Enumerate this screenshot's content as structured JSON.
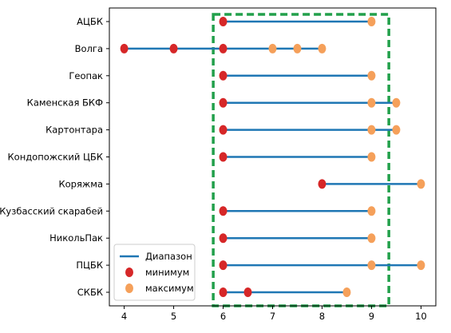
{
  "chart_data": {
    "type": "dumbbell",
    "title": "",
    "xlabel": "",
    "ylabel": "",
    "xlim": [
      3.7,
      10.3
    ],
    "xticks": [
      4,
      5,
      6,
      7,
      8,
      9,
      10
    ],
    "grid": false,
    "legend_position": "lower-left",
    "categories": [
      "АЦБК",
      "Волга",
      "Геопак",
      "Каменская БКФ",
      "Картонтара",
      "Кондопожский ЦБК",
      "Коряжма",
      "Кузбасский скарабей",
      "НикольПак",
      "ПЦБК",
      "СКБК"
    ],
    "series": [
      {
        "name": "Диапазон",
        "kind": "range",
        "color": "#1f77b4",
        "values": [
          [
            6,
            9
          ],
          [
            4,
            8
          ],
          [
            6,
            9
          ],
          [
            6,
            9.5
          ],
          [
            6,
            9.5
          ],
          [
            6,
            9
          ],
          [
            8,
            10
          ],
          [
            6,
            9
          ],
          [
            6,
            9
          ],
          [
            6,
            10
          ],
          [
            6,
            8.5
          ]
        ]
      },
      {
        "name": "минимум",
        "kind": "points",
        "color": "#d62728",
        "values": [
          [
            6
          ],
          [
            4,
            5,
            6
          ],
          [
            6
          ],
          [
            6
          ],
          [
            6
          ],
          [
            6
          ],
          [
            8
          ],
          [
            6
          ],
          [
            6
          ],
          [
            6
          ],
          [
            6,
            6.5
          ]
        ]
      },
      {
        "name": "максимум",
        "kind": "points",
        "color": "#f5a05a",
        "values": [
          [
            9
          ],
          [
            7,
            7.5,
            8
          ],
          [
            9
          ],
          [
            9,
            9.5
          ],
          [
            9,
            9.5
          ],
          [
            9
          ],
          [
            10
          ],
          [
            9
          ],
          [
            9
          ],
          [
            9,
            10
          ],
          [
            8.5
          ]
        ]
      }
    ],
    "highlight_box": {
      "x_range": [
        5.8,
        9.35
      ],
      "color": "#22a04b",
      "style": "dashed"
    }
  }
}
